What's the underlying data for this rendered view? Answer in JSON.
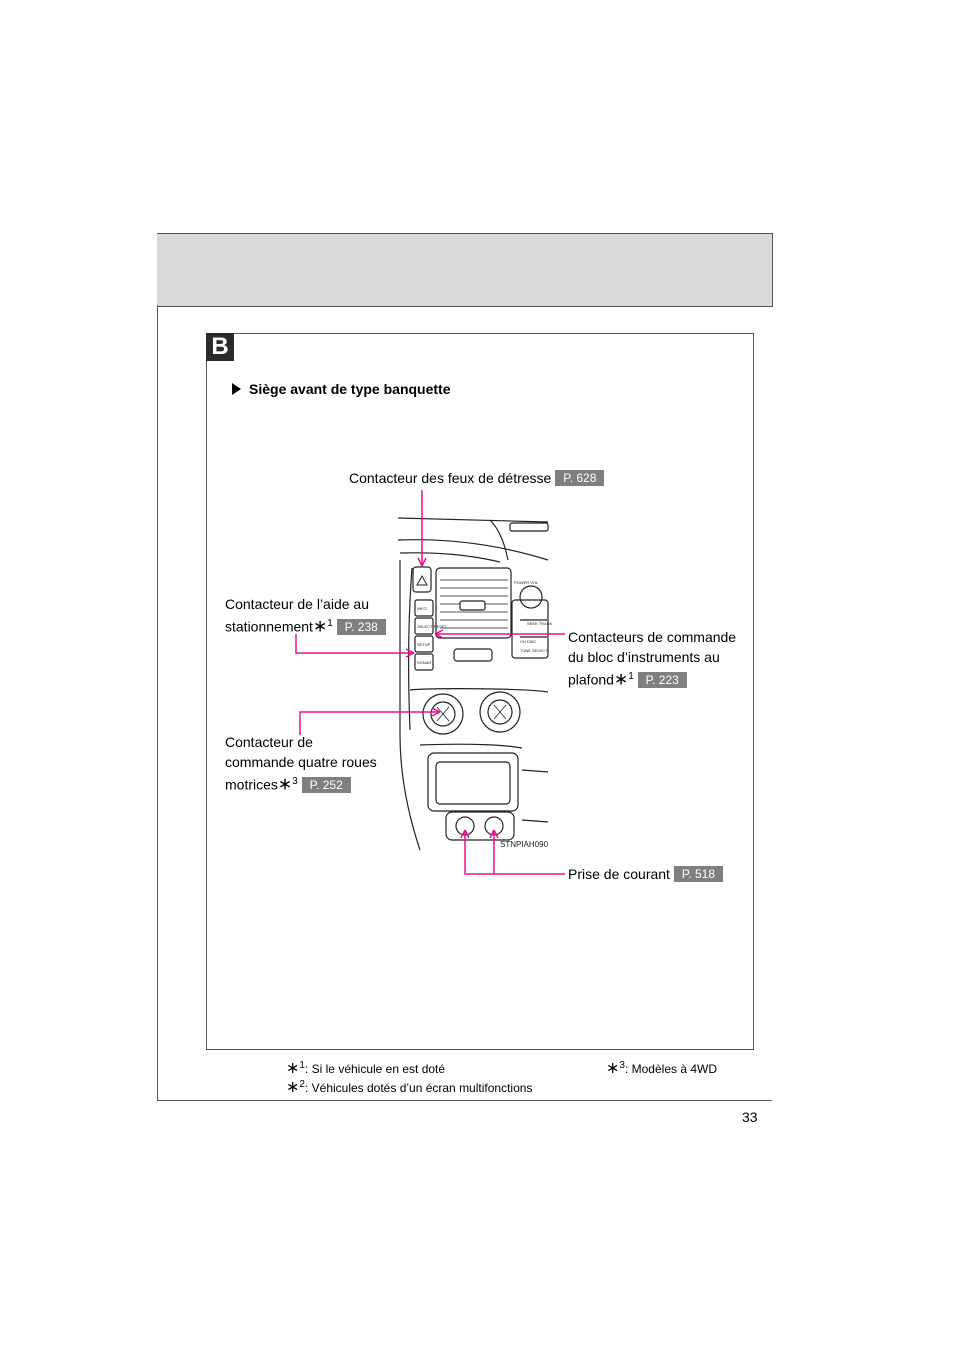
{
  "page": {
    "number": "33"
  },
  "section": {
    "letter": "B",
    "heading": "Siège avant de type banquette"
  },
  "callouts": {
    "hazard": {
      "label": "Contacteur des feux de détresse",
      "ref": "P. 628"
    },
    "parking_assist": {
      "line1": "Contacteur de l’aide au",
      "line2": "stationnement",
      "note": "1",
      "ref": "P. 238"
    },
    "overhead": {
      "line1": "Contacteurs de commande",
      "line2": "du bloc d’instruments au",
      "line3": "plafond",
      "note": "1",
      "ref": "P. 223"
    },
    "four_wd": {
      "line1": "Contacteur de",
      "line2": "commande quatre roues",
      "line3": "motrices",
      "note": "3",
      "ref": "P. 252"
    },
    "power_outlet": {
      "label": "Prise de courant",
      "ref": "P. 518"
    }
  },
  "illustration": {
    "code": "STNPIAH090",
    "buttons": [
      "INFO",
      "SELECT RESET",
      "SETUP",
      "SONAR"
    ],
    "radio_labels": [
      "POWER VOL",
      "SEEK TRACK",
      "CH DISC",
      "TUNE SELECT"
    ]
  },
  "footnotes": [
    {
      "num": "1",
      "text": ": Si le véhicule en est doté"
    },
    {
      "num": "2",
      "text": ": Véhicules dotés d’un écran multifonctions"
    },
    {
      "num": "3",
      "text": ": Modèles à 4WD"
    }
  ],
  "colors": {
    "leader": "#e8128c",
    "ref_badge": "#7f7f7f",
    "header_band": "#d9d9d9"
  }
}
